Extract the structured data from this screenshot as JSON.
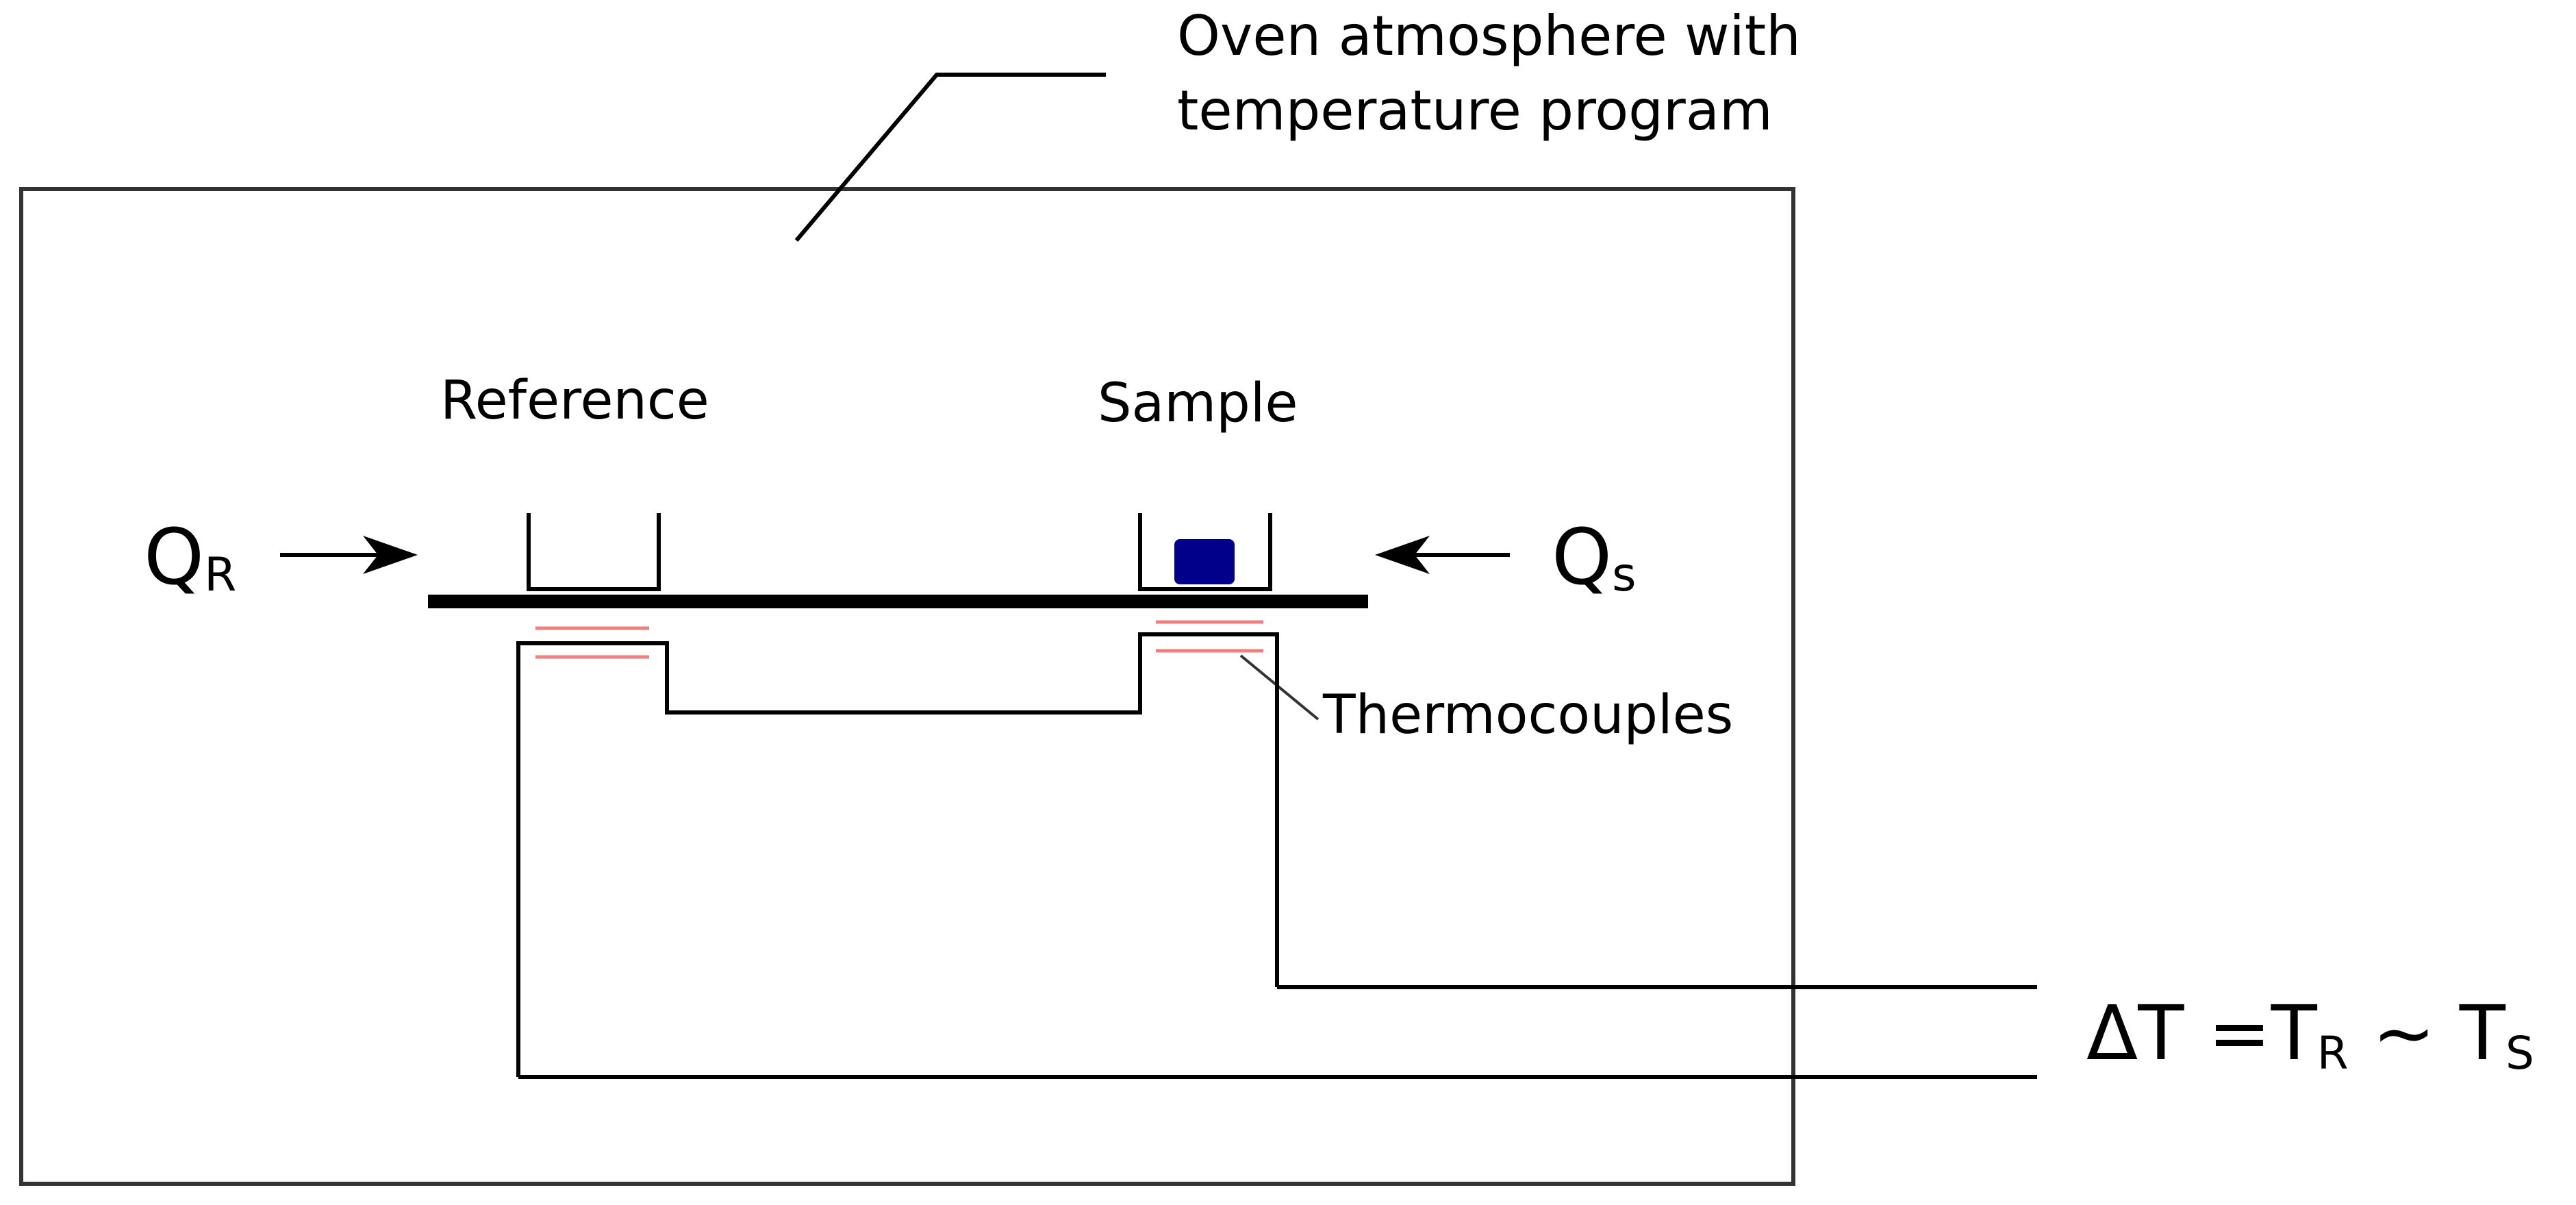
{
  "oven": {
    "label_line1": "Oven atmosphere with",
    "label_line2": "temperature program"
  },
  "reference": {
    "label": "Reference"
  },
  "sample": {
    "label": "Sample"
  },
  "heat_flow": {
    "reference": {
      "main": "Q",
      "sub": "R"
    },
    "sample": {
      "main": "Q",
      "sub": "s"
    }
  },
  "thermocouples": {
    "label": "Thermocouples"
  },
  "formula": {
    "lhs": "ΔT =T",
    "sub1": "R",
    "op": " ~ T",
    "sub2": "S"
  },
  "colors": {
    "line": "#000000",
    "frame": "#333333",
    "thermocouple": "#f08080",
    "sample_block": "#00008b"
  }
}
